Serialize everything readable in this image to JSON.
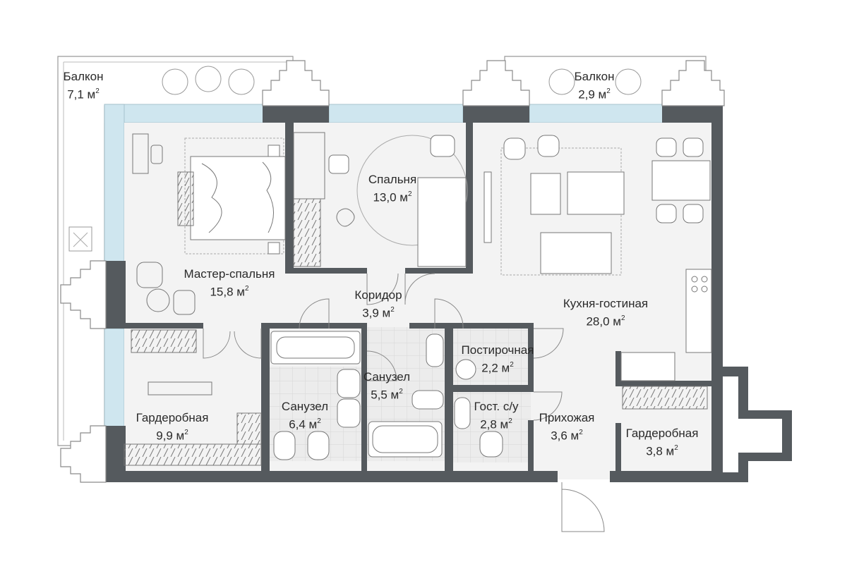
{
  "rooms": {
    "balcony_left": {
      "name": "Балкон",
      "area": "7,1 м",
      "unit_sup": "2"
    },
    "balcony_right": {
      "name": "Балкон",
      "area": "2,9 м",
      "unit_sup": "2"
    },
    "bedroom": {
      "name": "Спальня",
      "area": "13,0 м",
      "unit_sup": "2"
    },
    "master_bedroom": {
      "name": "Мастер-спальня",
      "area": "15,8 м",
      "unit_sup": "2"
    },
    "corridor": {
      "name": "Коридор",
      "area": "3,9 м",
      "unit_sup": "2"
    },
    "kitchen_living": {
      "name": "Кухня-гостиная",
      "area": "28,0 м",
      "unit_sup": "2"
    },
    "laundry": {
      "name": "Постирочная",
      "area": "2,2 м",
      "unit_sup": "2"
    },
    "bathroom_1": {
      "name": "Санузел",
      "area": "5,5 м",
      "unit_sup": "2"
    },
    "bathroom_2": {
      "name": "Санузел",
      "area": "6,4 м",
      "unit_sup": "2"
    },
    "guest_wc": {
      "name": "Гост. с/у",
      "area": "2,8 м",
      "unit_sup": "2"
    },
    "hallway": {
      "name": "Прихожая",
      "area": "3,6 м",
      "unit_sup": "2"
    },
    "wardrobe_left": {
      "name": "Гардеробная",
      "area": "9,9 м",
      "unit_sup": "2"
    },
    "wardrobe_right": {
      "name": "Гардеробная",
      "area": "3,8 м",
      "unit_sup": "2"
    }
  },
  "colors": {
    "floor": "#f2f2f2",
    "wall": "#555a5e",
    "glass": "#cfe6ef",
    "line": "#8a8a8a",
    "tile": "#e2e2e2"
  }
}
